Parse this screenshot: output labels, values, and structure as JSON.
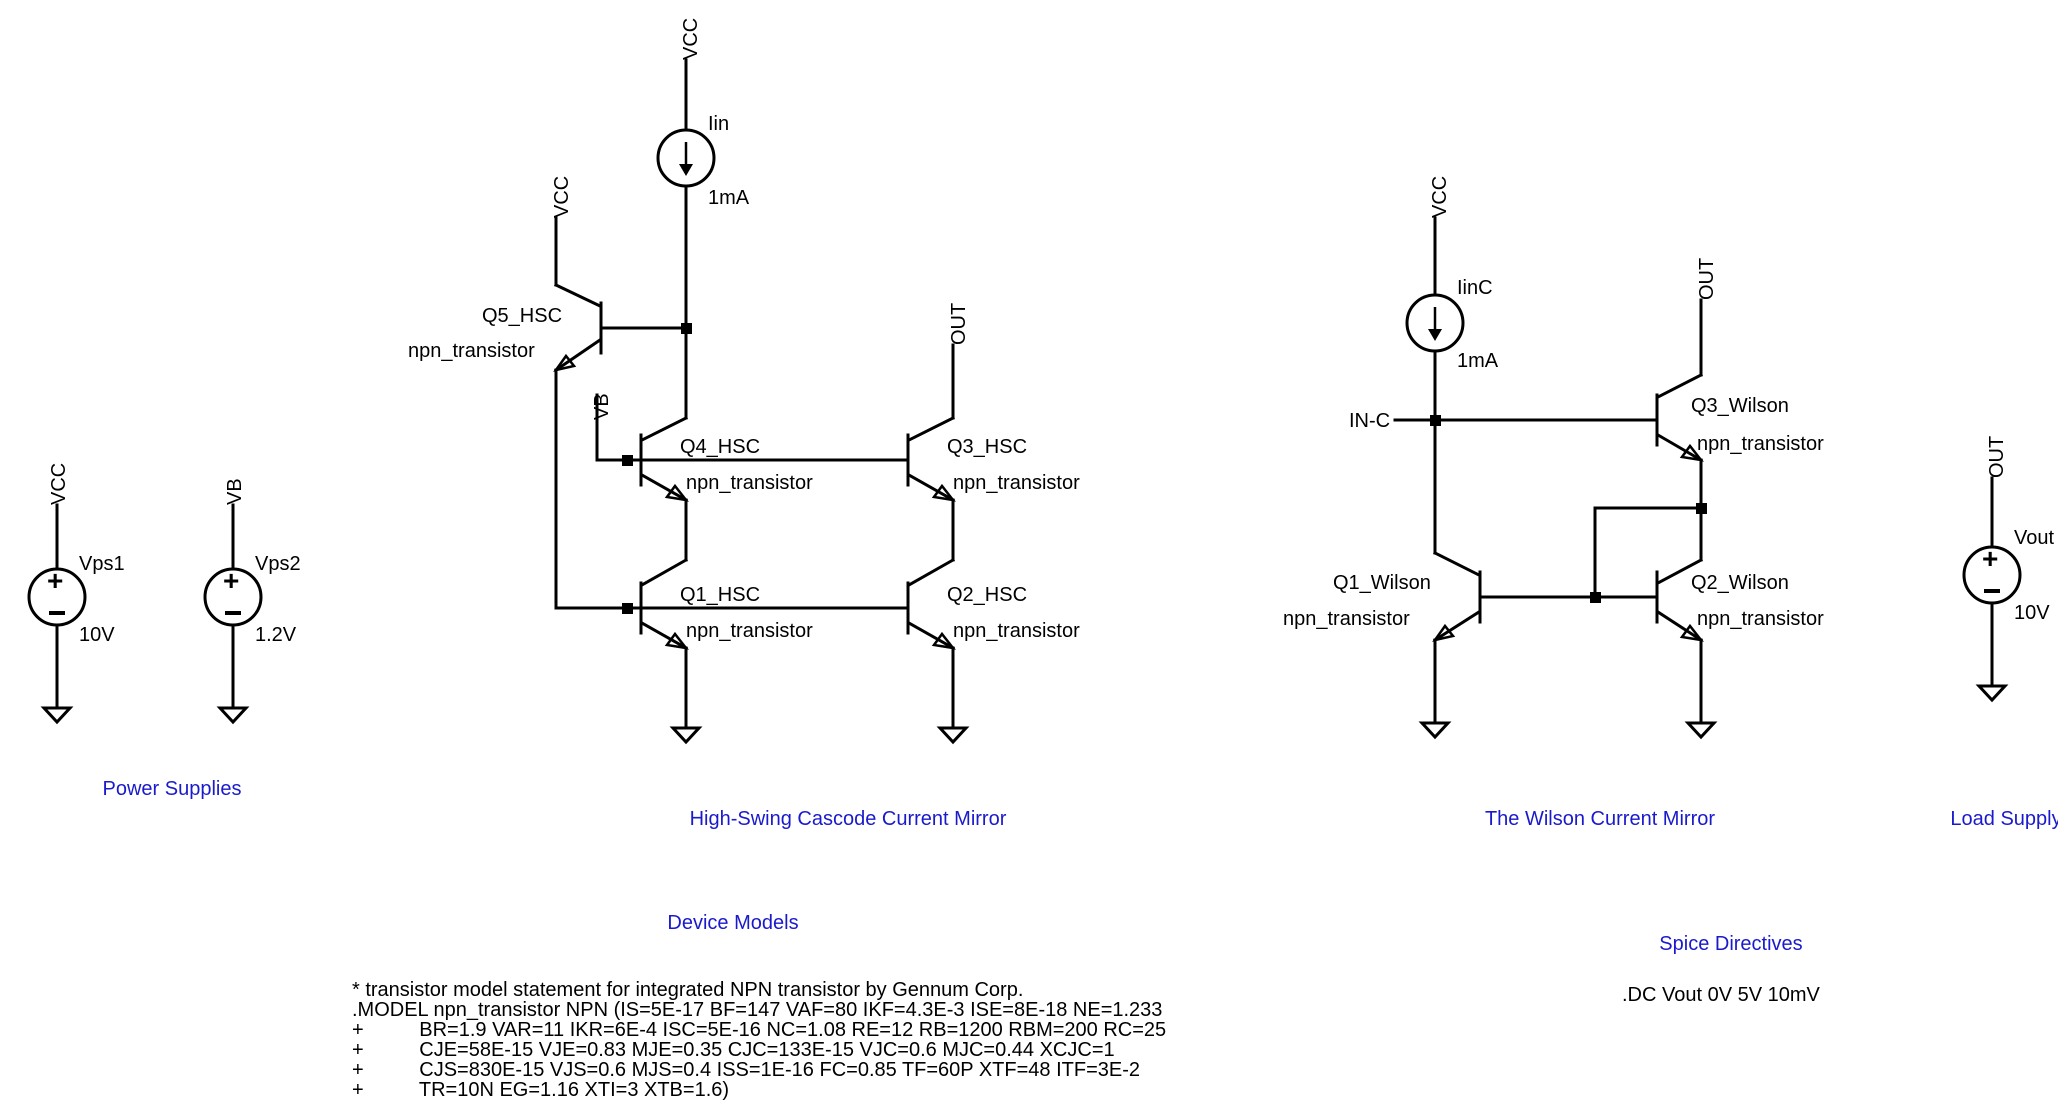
{
  "net_labels": {
    "vcc": "VCC",
    "vb": "VB",
    "out": "OUT",
    "in_c": "IN-C"
  },
  "power_supplies": {
    "title": "Power Supplies",
    "vps1": {
      "name": "Vps1",
      "value": "10V"
    },
    "vps2": {
      "name": "Vps2",
      "value": "1.2V"
    }
  },
  "hsc": {
    "title": "High-Swing Cascode Current Mirror",
    "iin": {
      "name": "Iin",
      "value": "1mA"
    },
    "q5": {
      "name": "Q5_HSC",
      "model": "npn_transistor"
    },
    "q4": {
      "name": "Q4_HSC",
      "model": "npn_transistor"
    },
    "q3": {
      "name": "Q3_HSC",
      "model": "npn_transistor"
    },
    "q1": {
      "name": "Q1_HSC",
      "model": "npn_transistor"
    },
    "q2": {
      "name": "Q2_HSC",
      "model": "npn_transistor"
    }
  },
  "wilson": {
    "title": "The Wilson Current Mirror",
    "iinc": {
      "name": "IinC",
      "value": "1mA"
    },
    "q3": {
      "name": "Q3_Wilson",
      "model": "npn_transistor"
    },
    "q1": {
      "name": "Q1_Wilson",
      "model": "npn_transistor"
    },
    "q2": {
      "name": "Q2_Wilson",
      "model": "npn_transistor"
    }
  },
  "load_supply": {
    "title": "Load Supply",
    "vout": {
      "name": "Vout",
      "value": "10V"
    }
  },
  "device_models": {
    "title": "Device Models",
    "lines": [
      "* transistor model statement for integrated NPN transistor by Gennum Corp.",
      ".MODEL npn_transistor NPN (IS=5E-17 BF=147 VAF=80 IKF=4.3E-3 ISE=8E-18 NE=1.233",
      "+          BR=1.9 VAR=11 IKR=6E-4 ISC=5E-16 NC=1.08 RE=12 RB=1200 RBM=200 RC=25",
      "+          CJE=58E-15 VJE=0.83 MJE=0.35 CJC=133E-15 VJC=0.6 MJC=0.44 XCJC=1",
      "+          CJS=830E-15 VJS=0.6 MJS=0.4 ISS=1E-16 FC=0.85 TF=60P XTF=48 ITF=3E-2",
      "+          TR=10N EG=1.16 XTI=3 XTB=1.6)"
    ]
  },
  "spice_directives": {
    "title": "Spice Directives",
    "command": ".DC Vout 0V 5V 10mV"
  }
}
